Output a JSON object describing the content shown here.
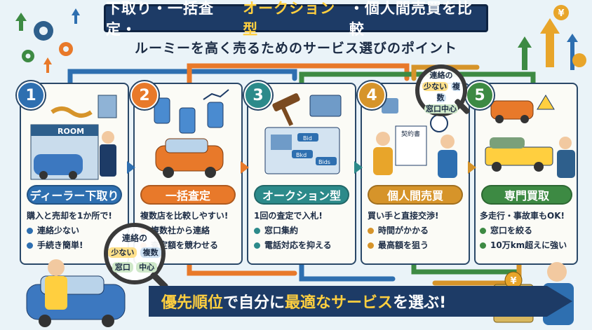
{
  "title": {
    "part1": "下取り・一括査定・",
    "part2": "オークション型",
    "part3": "・個人間売買を比較"
  },
  "subtitle": "ルーミーを高く売るためのサービス選びのポイント",
  "colors": {
    "navy": "#1d3b66",
    "yellow": "#ffcf3f",
    "blue": "#2e6fb0",
    "orange": "#e8792a",
    "teal": "#2c8a8a",
    "gold": "#d6942a",
    "green": "#3d8a43"
  },
  "cards": [
    {
      "number": "1",
      "label": "ディーラー下取り",
      "sign": "ROOM",
      "desc": "購入と売却を1か所で!",
      "bullets": [
        "連絡少ない",
        "手続き簡単!"
      ]
    },
    {
      "number": "2",
      "label": "一括査定",
      "desc": "複数店を比較しやすい!",
      "bullets": [
        "複数社から連絡",
        "査定額を競わせる"
      ]
    },
    {
      "number": "3",
      "label": "オークション型",
      "bid_labels": [
        "Bid",
        "Bkd",
        "Bids"
      ],
      "desc": "1回の査定で入札!",
      "bullets": [
        "窓口集約",
        "電話対応を抑える"
      ]
    },
    {
      "number": "4",
      "label": "個人間売買",
      "contract": "契約書",
      "desc": "買い手と直接交渉!",
      "bullets": [
        "時間がかかる",
        "最高額を狙う"
      ]
    },
    {
      "number": "5",
      "label": "専門買取",
      "desc": "多走行・事故車もOK!",
      "bullets": [
        "窓口を絞る",
        "10万km超えに強い"
      ]
    }
  ],
  "magnifier_top": {
    "heading": "連絡の",
    "chip1": "少ない",
    "chip2": "複数",
    "chip3": "窓口中心"
  },
  "magnifier_bottom": {
    "heading": "連絡の",
    "chip1": "少ない",
    "chip2": "複数",
    "chip3": "窓口",
    "chip4": "中心"
  },
  "banner": {
    "p1": "優先順位",
    "p2": "で自分に",
    "p3": "最適な",
    "p4": "サービス",
    "p5": "を選ぶ!"
  },
  "yen": "¥"
}
